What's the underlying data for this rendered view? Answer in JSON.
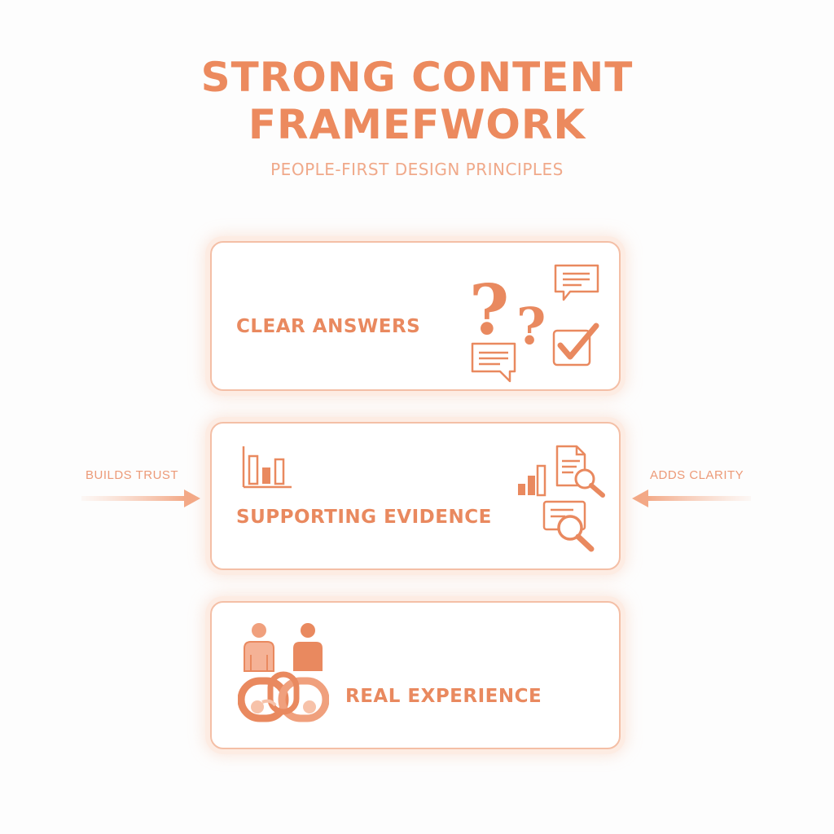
{
  "title_line1": "STRONG CONTENT",
  "title_line2": "FRAMEFWORK",
  "subtitle": "PEOPLE-FIRST DESIGN PRINCIPLES",
  "cards": [
    {
      "label": "CLEAR ANSWERS"
    },
    {
      "label": "SUPPORTING EVIDENCE"
    },
    {
      "label": "REAL EXPERIENCE"
    }
  ],
  "side_labels": {
    "left": "BUILDS TRUST",
    "right": "ADDS CLARITY"
  },
  "colors": {
    "accent": "#e9895f",
    "border": "#f4bfa6",
    "light": "#f7b89a"
  },
  "icons": {
    "card1": [
      "question-marks-icon",
      "speech-bubble-icon",
      "checkbox-icon"
    ],
    "card2": [
      "bar-chart-icon",
      "document-search-icon",
      "magnifier-icon"
    ],
    "card3": [
      "people-icon",
      "linked-chain-icon"
    ]
  }
}
